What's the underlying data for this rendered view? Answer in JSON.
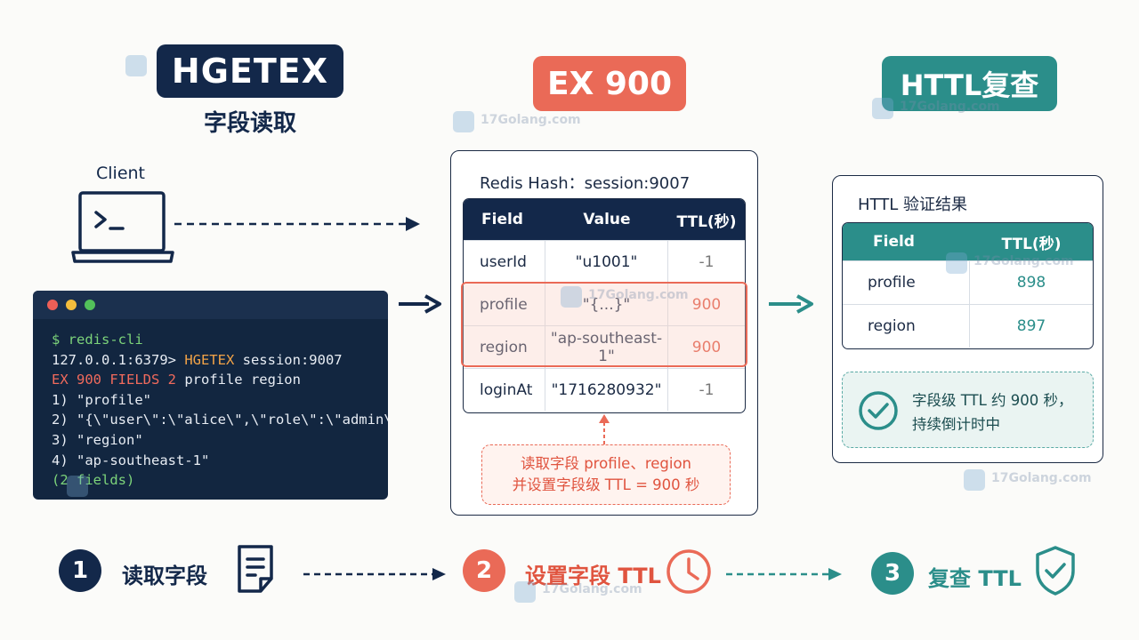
{
  "stages": {
    "hgetex": {
      "title": "HGETEX",
      "subtitle": "字段读取"
    },
    "ex": {
      "title": "EX 900"
    },
    "httl": {
      "title": "HTTL复查"
    }
  },
  "client": {
    "label": "Client"
  },
  "terminal": {
    "line1": "$ redis-cli",
    "line2_a": "127.0.0.1:6379> ",
    "line2_b": "HGETEX",
    "line2_c": " session:9007",
    "line3_a": "EX 900 FIELDS 2",
    "line3_b": " profile region",
    "line4": "1) \"profile\"",
    "line5": "2) \"{\\\"user\\\":\\\"alice\\\",\\\"role\\\":\\\"admin\\\"",
    "line6": "3) \"region\"",
    "line7": "4) \"ap-southeast-1\"",
    "line8": "(2 fields)"
  },
  "hash": {
    "title": "Redis Hash：session:9007",
    "headers": {
      "field": "Field",
      "value": "Value",
      "ttl": "TTL(秒)"
    },
    "rows": [
      {
        "field": "userId",
        "value": "\"u1001\"",
        "ttl": "-1"
      },
      {
        "field": "profile",
        "value": "\"{...}\"",
        "ttl": "900"
      },
      {
        "field": "region",
        "value": "\"ap-southeast-1\"",
        "ttl": "900"
      },
      {
        "field": "loginAt",
        "value": "\"1716280932\"",
        "ttl": "-1"
      }
    ],
    "note_line1": "读取字段 profile、region",
    "note_line2": "并设置字段级 TTL = 900 秒"
  },
  "httl": {
    "title": "HTTL 验证结果",
    "headers": {
      "field": "Field",
      "ttl": "TTL(秒)"
    },
    "rows": [
      {
        "field": "profile",
        "ttl": "898"
      },
      {
        "field": "region",
        "ttl": "897"
      }
    ],
    "result_line1": "字段级 TTL 约 900 秒，",
    "result_line2": "持续倒计时中"
  },
  "steps": [
    {
      "num": "1",
      "label": "读取字段"
    },
    {
      "num": "2",
      "label": "设置字段 TTL"
    },
    {
      "num": "3",
      "label": "复查 TTL"
    }
  ],
  "colors": {
    "navy": "#13284a",
    "coral": "#ea6a57",
    "teal": "#2b8e8a"
  },
  "watermark": {
    "text": "17Golang.com"
  }
}
